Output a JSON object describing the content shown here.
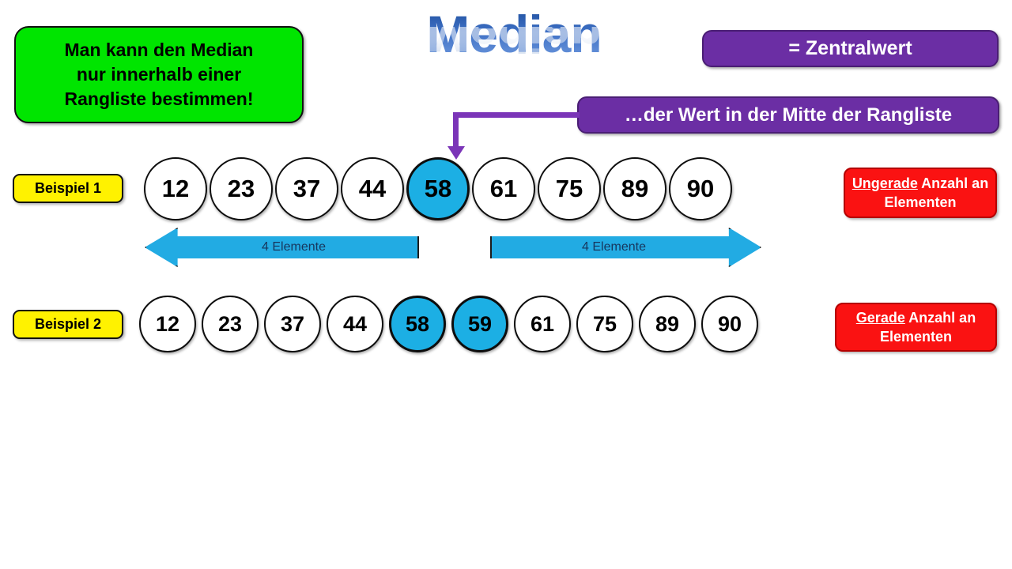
{
  "title": {
    "text": "Median",
    "color": "#3d6fc4"
  },
  "callouts": {
    "green_note": "Man kann den Median nur innerhalb einer Rangliste bestimmen!",
    "green_note_lines": [
      "Man kann den Median",
      "nur innerhalb einer",
      "Rangliste bestimmen!"
    ],
    "synonym": "= Zentralwert",
    "definition": "…der Wert in der Mitte der Rangliste",
    "purple_color": "#6B2EA4",
    "green_color": "#00E500"
  },
  "examples": [
    {
      "label": "Beispiel 1",
      "values": [
        12,
        23,
        37,
        44,
        58,
        61,
        75,
        89,
        90
      ],
      "highlighted": [
        58
      ],
      "note_prefix": "Ungerade",
      "note_rest": " Anzahl an Elementen",
      "note_color": "#FA1212",
      "left_arrow_label": "4 Elemente",
      "right_arrow_label": "4 Elemente"
    },
    {
      "label": "Beispiel 2",
      "values": [
        12,
        23,
        37,
        44,
        58,
        59,
        61,
        75,
        89,
        90
      ],
      "highlighted": [
        58,
        59
      ],
      "note_prefix": "Gerade",
      "note_rest": " Anzahl an Elementen",
      "note_color": "#FA1212"
    }
  ],
  "colors": {
    "highlight_circle": "#1CAFE4",
    "arrow_fill": "#22ABE3",
    "arrow_text": "#17365D",
    "label_yellow": "#FFF200",
    "connector_purple": "#7B35B8"
  }
}
